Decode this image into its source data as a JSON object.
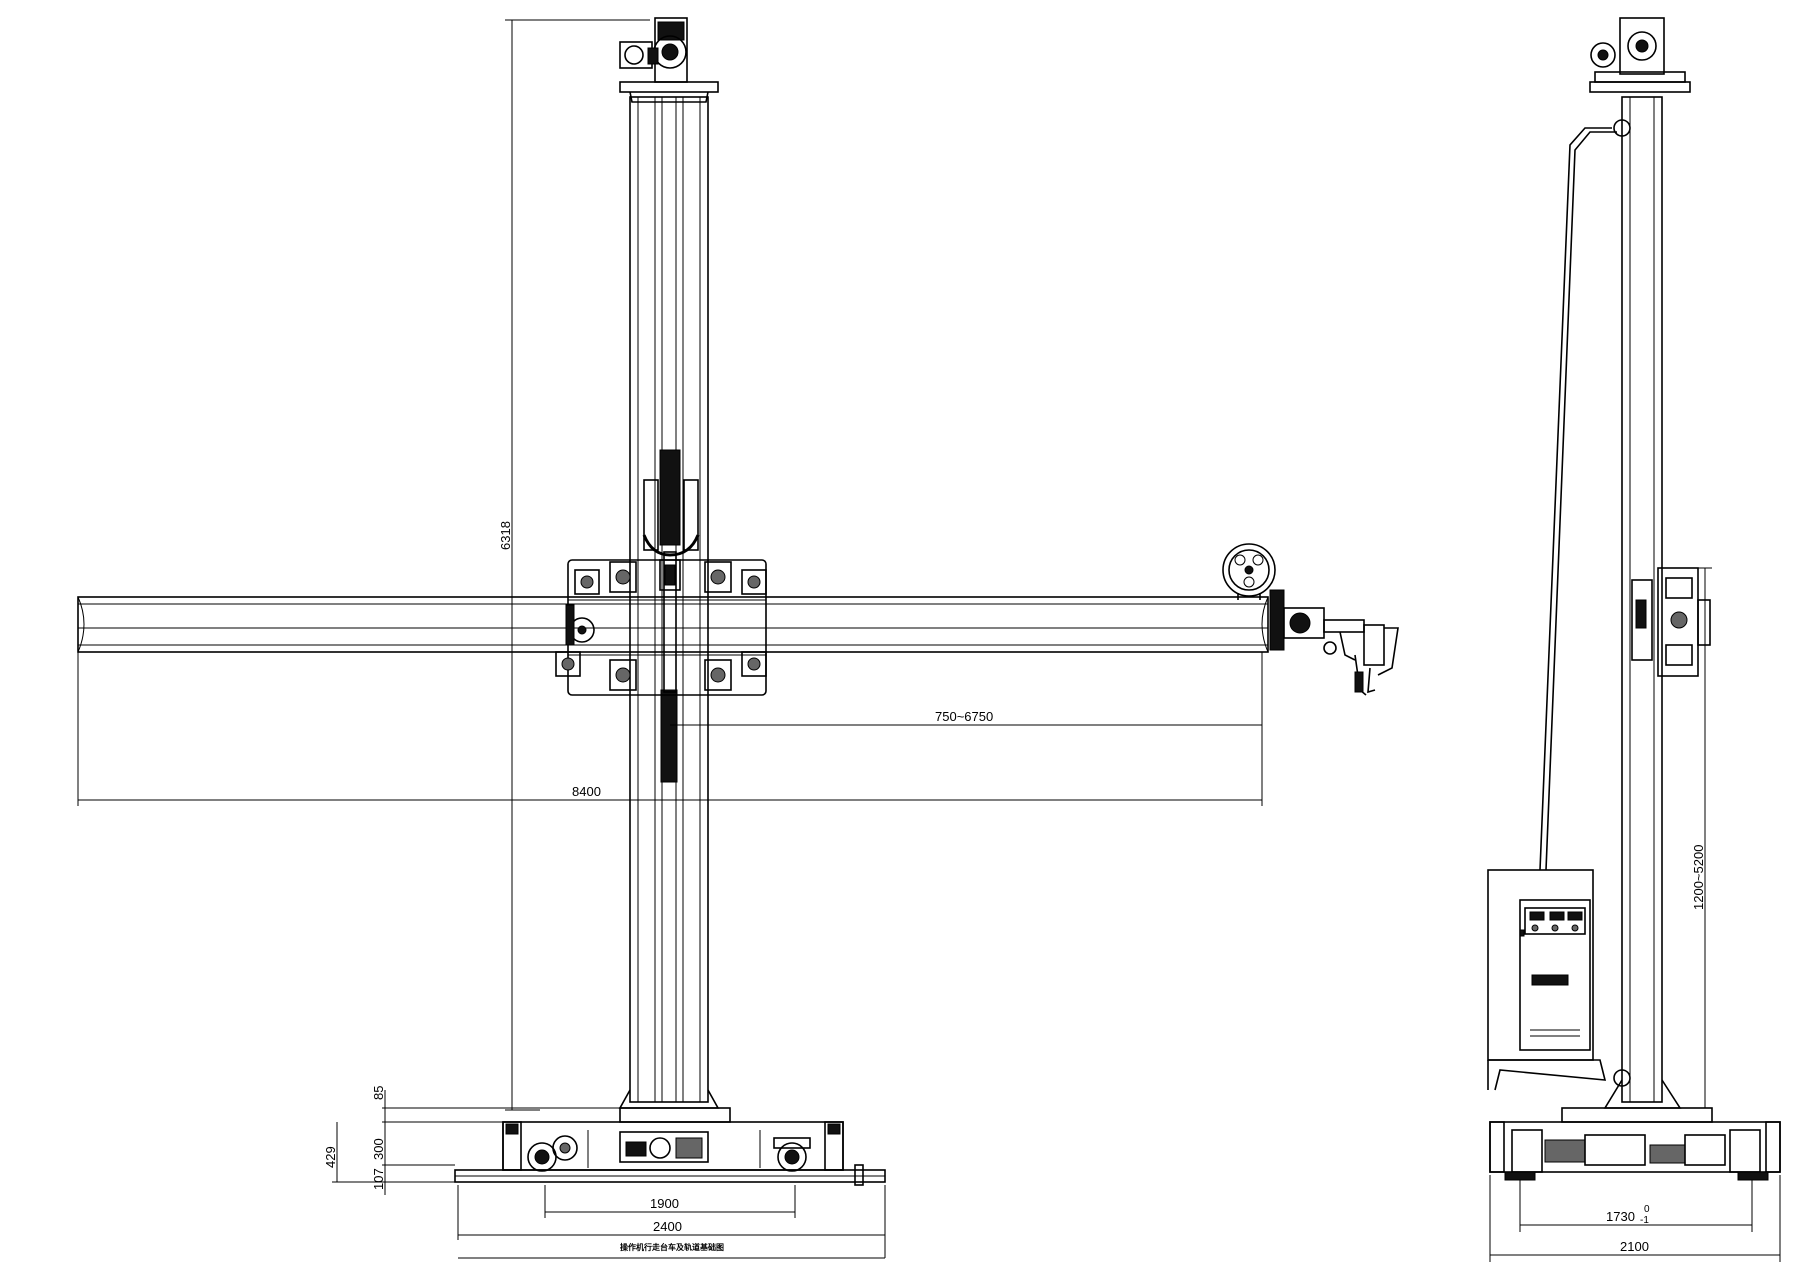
{
  "dimensions": {
    "mast_height": "6318",
    "boom_stroke": "750~6750",
    "boom_length": "8400",
    "carriage_top": "85",
    "carriage_height": "300",
    "rail_height": "107",
    "base_total": "429",
    "wheel_gauge": "1900",
    "base_width": "2400",
    "side_gauge": "1730",
    "side_gauge_tol_upper": "0",
    "side_gauge_tol_lower": "-1",
    "side_width": "2100",
    "vertical_stroke": "1200~5200"
  },
  "caption": "操作机行走台车及轨道基础图"
}
